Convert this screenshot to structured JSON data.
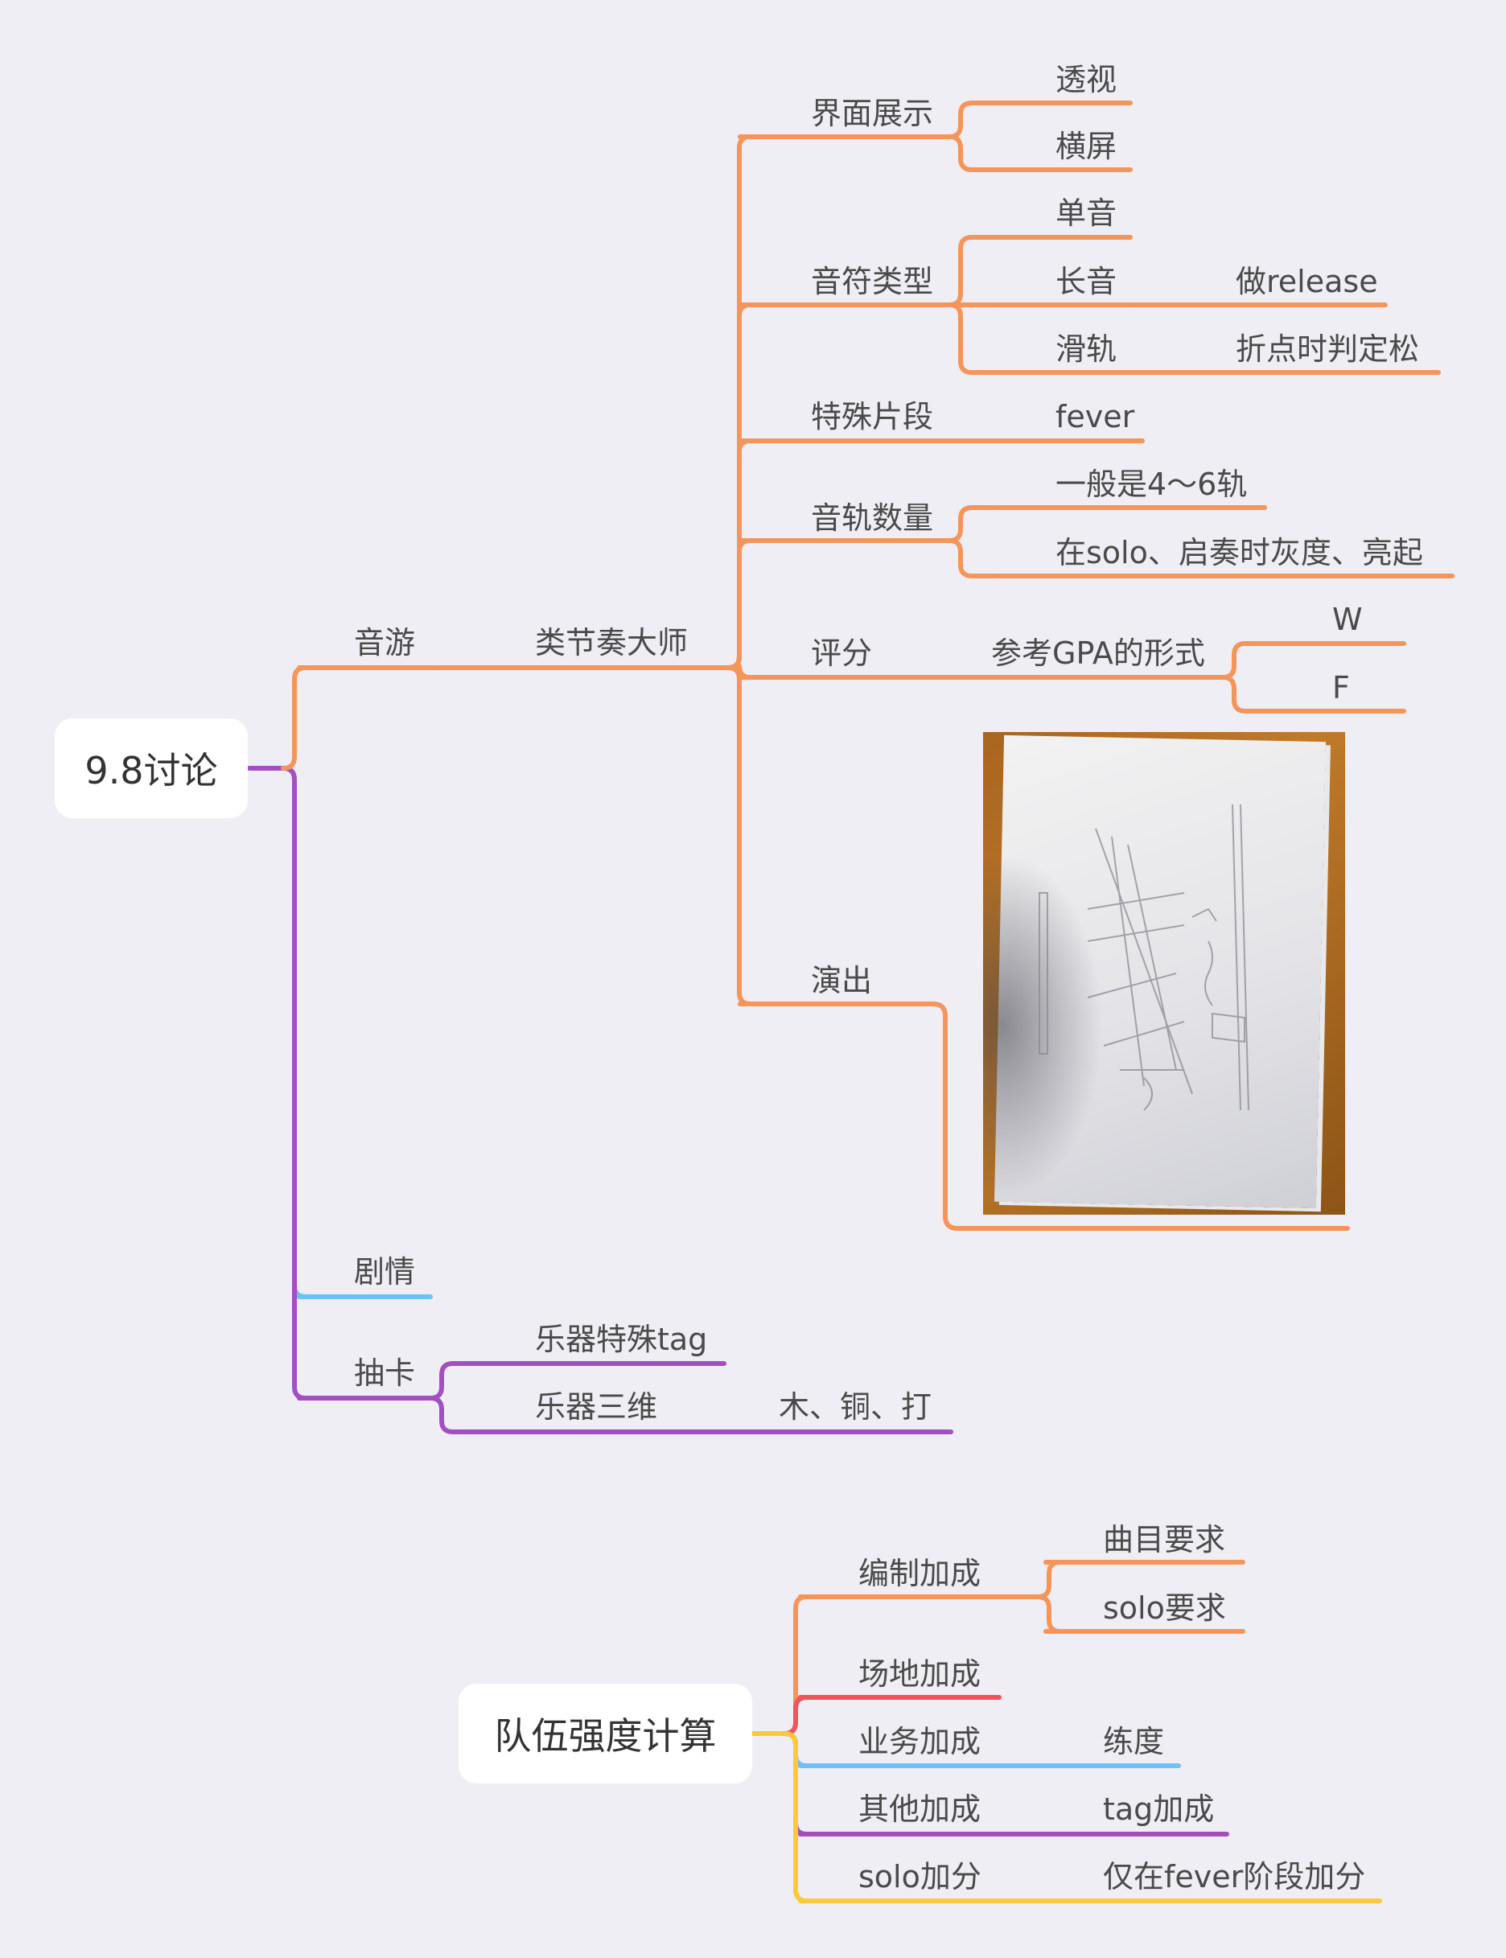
{
  "colors": {
    "background": "#efeef4",
    "orange": "#f5955a",
    "purple": "#a34fc2",
    "blue": "#6ec0f5",
    "red": "#f0535e",
    "yellow": "#ffc83a",
    "text": "#4a4a4a"
  },
  "map1": {
    "root": "9.8讨论",
    "yinyou": "音游",
    "leijiezou": "类节奏大师",
    "jiemian": "界面展示",
    "toushi": "透视",
    "hengping": "横屏",
    "yinfu": "音符类型",
    "danyin": "单音",
    "changyin": "长音",
    "release": "做release",
    "huagui": "滑轨",
    "zhedian": "折点时判定松",
    "teshu": "特殊片段",
    "fever": "fever",
    "yingui": "音轨数量",
    "yiban": "一般是4～6轨",
    "zaisolo": "在solo、启奏时灰度、亮起",
    "pingfen": "评分",
    "gpa": "参考GPA的形式",
    "w": "W",
    "f": "F",
    "yanchu": "演出",
    "juqing": "剧情",
    "chouka": "抽卡",
    "yueqitag": "乐器特殊tag",
    "yueqisanwei": "乐器三维",
    "mutong": "木、铜、打"
  },
  "map2": {
    "root": "队伍强度计算",
    "bianzhi": "编制加成",
    "qumu": "曲目要求",
    "soloyaoqiu": "solo要求",
    "changdi": "场地加成",
    "yewu": "业务加成",
    "liandu": "练度",
    "qita": "其他加成",
    "tagjiacheng": "tag加成",
    "solojiafen": "solo加分",
    "jinzai": "仅在fever阶段加分"
  }
}
